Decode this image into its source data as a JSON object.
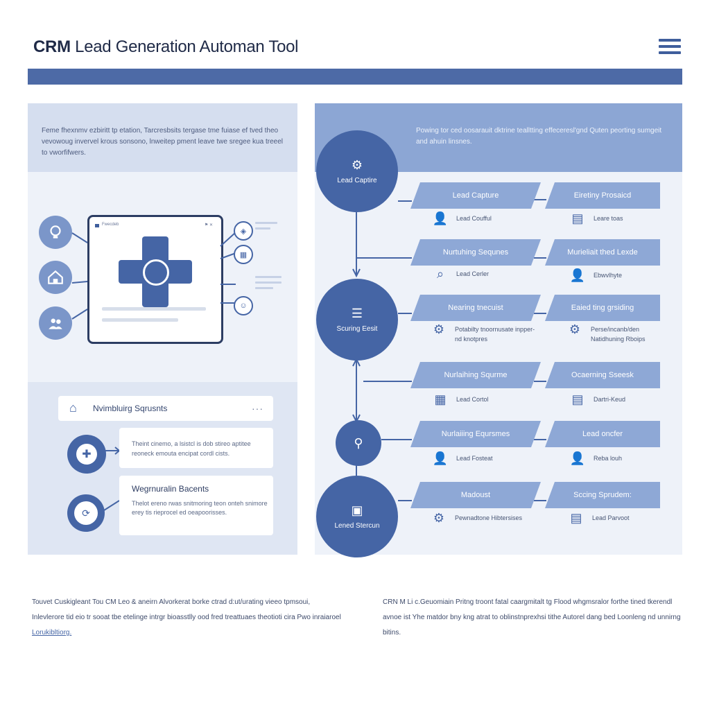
{
  "header": {
    "title_bold": "CRM",
    "title_rest": "Lead Generation Automan Tool"
  },
  "left": {
    "intro": "Feme fhexnmv ezbiritt tp etation, Tarcresbsits tergase tme fuiase ef tved theo vevowoug invervel krous sonsono, lnweitep pment leave twe sregee kua treeel to vworfifwers.",
    "device_title": "Fwecdeb",
    "nurture_card": {
      "label": "Nvimbluirg Sqrusnts",
      "more": "···"
    },
    "card_a_text": "Theint cinemo, a lsistcl is dob stireo aptitee reoneck emouta encipat cordl cists.",
    "card_b": {
      "heading": "Wegrnuralin Bacents",
      "text": "Thelot ereno rwas snitmoring teon onteh snimore erey tis rieprocel ed oeapoorisses."
    }
  },
  "right": {
    "intro": "Powing tor ced oosarauit dktrine tealltting effeceresl'gnd Quten peorting sumgeit and ahuin linsnes.",
    "nodes": [
      "Lead Captire",
      "Scuring Eesit",
      "",
      "Lened Stercun"
    ],
    "rows": [
      {
        "left_banner": "Lead Capture",
        "right_banner": "Eiretiny Prosaicd",
        "left_item": "Lead Coufful",
        "right_item": "Leare toas"
      },
      {
        "left_banner": "Nurtuhing Sequnes",
        "right_banner": "Murieliait thed Lexde",
        "left_item": "Lead Cerler",
        "right_item": "Ebwvlhyte"
      },
      {
        "left_banner": "Nearing tnecuist",
        "right_banner": "Eaied ting grsiding",
        "left_item": "Potabilty tnoornusate inpper-nd knotpres",
        "right_item": "Perse/incanb/den Natidhuning Rboips"
      },
      {
        "left_banner": "Nurlaihing Squrme",
        "right_banner": "Ocaerning Sseesk",
        "left_item": "Lead Cortol",
        "right_item": "Dartri-Keud"
      },
      {
        "left_banner": "Nurlaiiing Eqursmes",
        "right_banner": "Lead oncfer",
        "left_item": "Lead Fosteat",
        "right_item": "Reba louh"
      },
      {
        "left_banner": "Madoust",
        "right_banner": "Sccing Sprudem:",
        "left_item": "Pewnadtone Hibtersises",
        "right_item": "Lead Parvoot"
      }
    ]
  },
  "footer": {
    "left_text": "Touvet Cuskigleant Tou CM Leo & aneirn Alvorkerat borke ctrad d:ut/urating vieeo tpmsoui, Inlevlerore tid eio tr sooat tbe etelinge intrgr bioasstlly ood fred treattuaes theotioti cira Pwo inraiaroel",
    "left_link": "Lorukibltiorg.",
    "right_text": "CRN M Li c.Geuomiain Pritng troont fatal caargmitalt tg Flood whgmsralor forthe tined tkerendl avnoe ist Yhe matdor bny kng atrat to oblinstnprexhsi tithe Autorel dang bed Loonleng nd unnirng bitins."
  },
  "colors": {
    "accent": "#4565a5",
    "banner": "#4d6aa6",
    "light_panel": "#eef2f9",
    "mid_blue": "#8ea8d6"
  }
}
